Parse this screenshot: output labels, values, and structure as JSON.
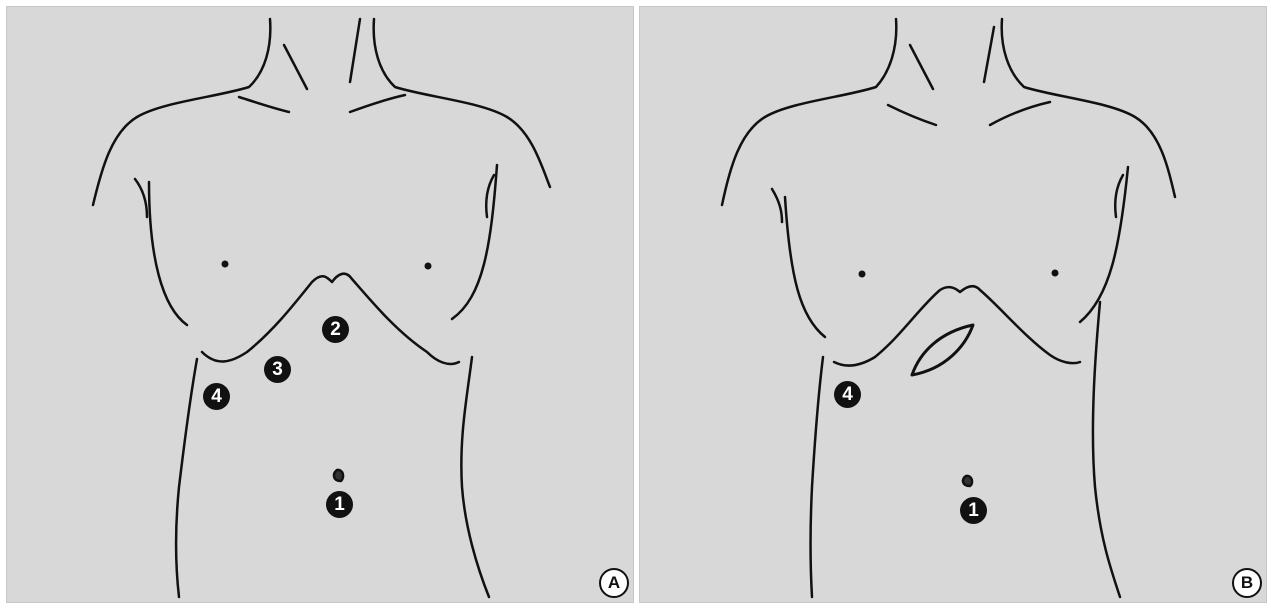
{
  "figure": {
    "panels": [
      {
        "id": "A",
        "label": "A",
        "port_markers": [
          {
            "id": "1",
            "text": "1"
          },
          {
            "id": "2",
            "text": "2"
          },
          {
            "id": "3",
            "text": "3"
          },
          {
            "id": "4",
            "text": "4"
          }
        ]
      },
      {
        "id": "B",
        "label": "B",
        "port_markers": [
          {
            "id": "1",
            "text": "1"
          },
          {
            "id": "4",
            "text": "4"
          }
        ]
      }
    ],
    "colors": {
      "background": "#d8d8d8",
      "line": "#111111",
      "marker_fill": "#111111",
      "marker_text": "#ffffff"
    }
  }
}
